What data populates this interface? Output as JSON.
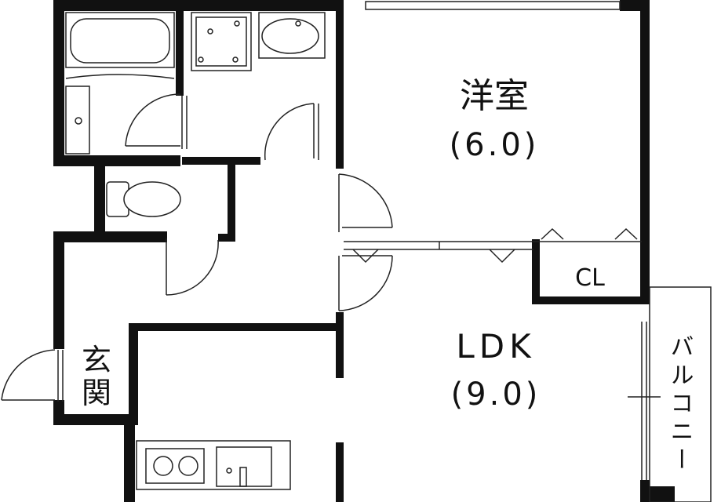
{
  "rooms": {
    "western": {
      "name": "洋室",
      "size": "(6.0)"
    },
    "ldk": {
      "name": "LDK",
      "size": "(9.0)"
    },
    "closet": {
      "name": "CL"
    },
    "entrance": {
      "line1": "玄",
      "line2": "関"
    },
    "balcony": {
      "name": "バルコニー"
    }
  },
  "colors": {
    "wall": "#111111",
    "line": "#222222",
    "background": "#ffffff"
  }
}
